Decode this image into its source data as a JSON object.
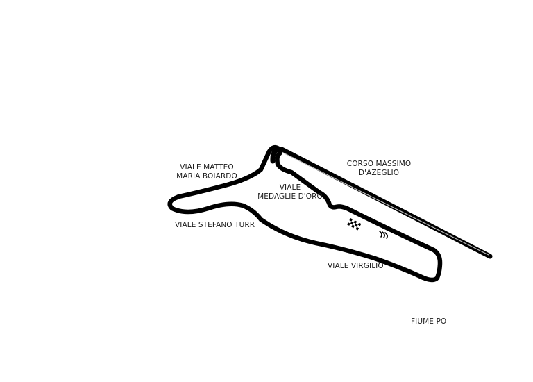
{
  "map": {
    "type": "race-circuit",
    "colors": {
      "background": "#ffffff",
      "track": "#000000",
      "track_center": "#bdbdbd",
      "text": "#1a1a1a"
    },
    "labels": {
      "boiardo": [
        "VIALE MATTEO",
        "MARIA BOIARDO"
      ],
      "medaglie": [
        "VIALE",
        "MEDAGLIE D'ORO"
      ],
      "azeglio": [
        "CORSO MASSIMO",
        "D'AZEGLIO"
      ],
      "turr": "VIALE STEFANO TURR",
      "virgilio": "VIALE VIRGILIO",
      "po": "FIUME PO"
    },
    "icons": {
      "start_finish": "checkered-flag-icon",
      "direction": "direction-chevrons-icon"
    }
  }
}
